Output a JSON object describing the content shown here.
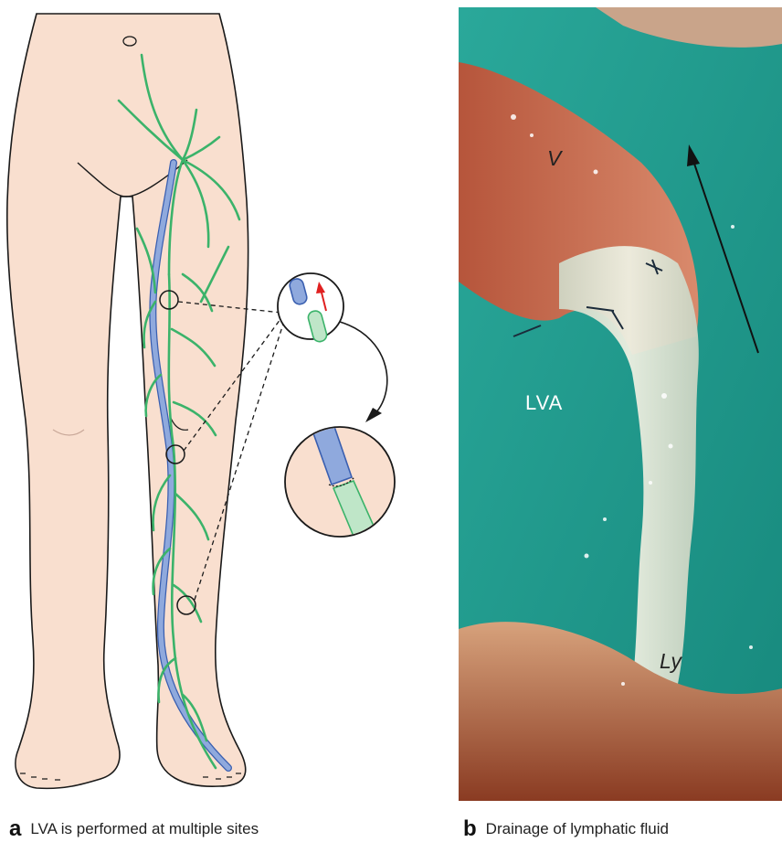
{
  "panel_a": {
    "letter": "a",
    "caption": "LVA is performed at multiple sites"
  },
  "panel_b": {
    "letter": "b",
    "caption": "Drainage of lymphatic fluid",
    "labels": {
      "vein": "V",
      "lymphatic": "Ly",
      "anastomosis": "LVA"
    }
  },
  "colors": {
    "skin": "#f9dfcf",
    "outline": "#1a1a1a",
    "lymphatic_vessel": "#3bb36a",
    "vein": "#8fa9dd",
    "flow_arrow": "#e02020",
    "photo_background": "#1e9e8e"
  }
}
